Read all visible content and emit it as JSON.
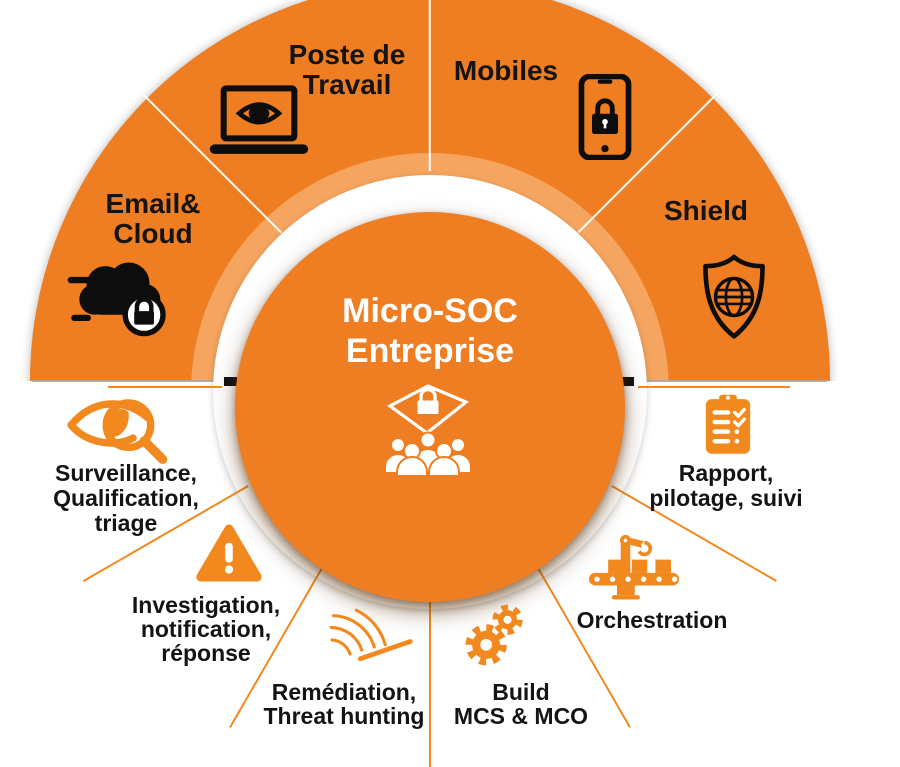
{
  "colors": {
    "orange_main": "#EF7D21",
    "orange_band": "#F5A55F",
    "orange_accent": "#F1891F",
    "divider_gray": "#A6A6A6",
    "text_dark": "#141414",
    "text_light": "#FFFFFF",
    "bg": "#FFFFFF"
  },
  "center": {
    "title_line1": "Micro-SOC",
    "title_line2": "Entreprise",
    "icon": "crowd-under-secured-kite-icon"
  },
  "top_segments": [
    {
      "id": "email-cloud",
      "lines": [
        "Email&",
        "Cloud"
      ],
      "icon": "cloud-lock-icon"
    },
    {
      "id": "poste-de-travail",
      "lines": [
        "Poste de",
        "Travail"
      ],
      "icon": "laptop-eye-icon"
    },
    {
      "id": "mobiles",
      "lines": [
        "Mobiles"
      ],
      "icon": "phone-lock-icon"
    },
    {
      "id": "shield",
      "lines": [
        "Shield"
      ],
      "icon": "shield-globe-icon"
    }
  ],
  "bottom_segments": [
    {
      "id": "surveillance",
      "lines": [
        "Surveillance,",
        "Qualification,",
        "triage"
      ],
      "icon": "eye-magnifier-icon"
    },
    {
      "id": "investigation",
      "lines": [
        "Investigation,",
        "notification,",
        "réponse"
      ],
      "icon": "warning-triangle-icon"
    },
    {
      "id": "remediation",
      "lines": [
        "Remédiation,",
        "Threat hunting"
      ],
      "icon": "sweep-rake-icon"
    },
    {
      "id": "build",
      "lines": [
        "Build",
        "MCS & MCO"
      ],
      "icon": "gears-icon"
    },
    {
      "id": "orchestration",
      "lines": [
        "Orchestration"
      ],
      "icon": "robot-arm-conveyor-icon"
    },
    {
      "id": "rapport",
      "lines": [
        "Rapport,",
        "pilotage, suivi"
      ],
      "icon": "clipboard-checklist-icon"
    }
  ]
}
